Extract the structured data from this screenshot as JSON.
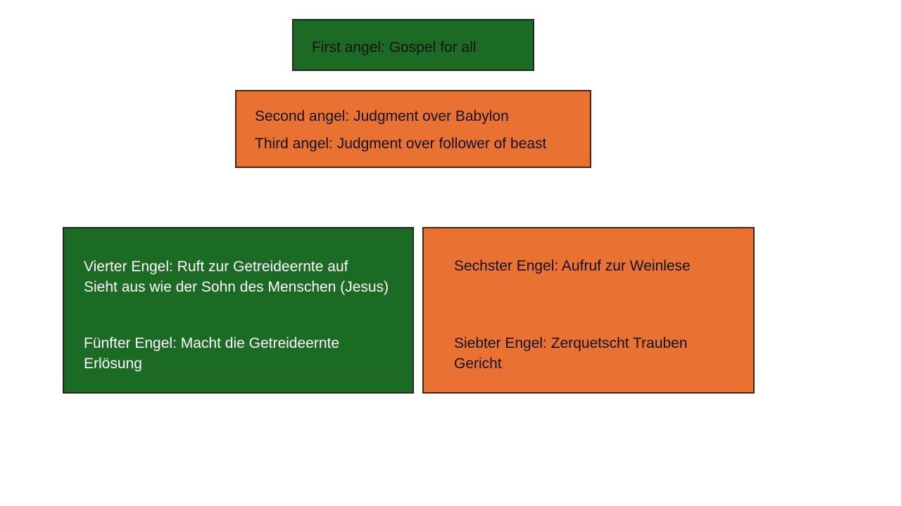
{
  "colors": {
    "green": "#1c6b24",
    "orange": "#e97232",
    "dark_text": "#111111",
    "light_text": "#ffffff"
  },
  "box_first": {
    "line1": "First angel: Gospel for all"
  },
  "box_second_third": {
    "line1": "Second angel: Judgment over Babylon",
    "line2": "Third angel: Judgment over follower of beast"
  },
  "box_fourth_fifth": {
    "fourth_line1": "Vierter Engel: Ruft zur Getreideernte auf",
    "fourth_line2": "Sieht aus wie der Sohn des Menschen (Jesus)",
    "fifth_line1": "Fünfter Engel: Macht die Getreideernte",
    "fifth_line2": "Erlösung"
  },
  "box_sixth_seventh": {
    "sixth_line1": "Sechster Engel: Aufruf zur Weinlese",
    "seventh_line1": "Siebter Engel: Zerquetscht Trauben",
    "seventh_line2": "Gericht"
  }
}
